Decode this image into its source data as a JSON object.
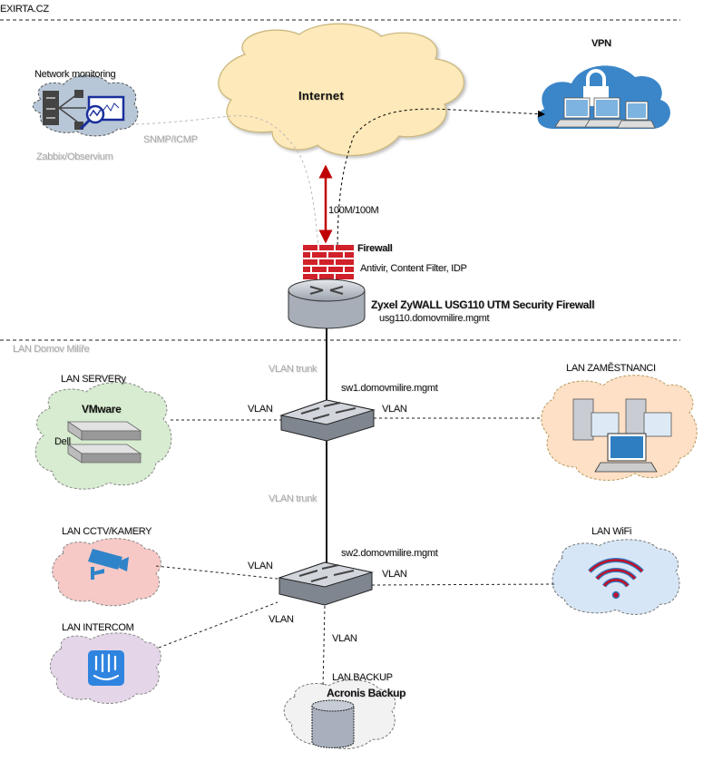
{
  "zones": {
    "top": "EXIRTA.CZ",
    "lan": "LAN Domov Milíře"
  },
  "nodes": {
    "internet": {
      "label": "Internet"
    },
    "vpn": {
      "label": "VPN"
    },
    "monitoring": {
      "label": "Network monitoring",
      "sublabel": "Zabbix/Observium",
      "link_label": "SNMP/ICMP"
    },
    "firewall": {
      "label": "Firewall",
      "features": "Antivir, Content Filter, IDP",
      "device": "Zyxel ZyWALL USG110 UTM Security Firewall",
      "hostname": "usg110.domovmilire.mgmt"
    },
    "uplink": {
      "label": "100M/100M"
    },
    "sw1": {
      "hostname": "sw1.domovmilire.mgmt",
      "trunk_label": "VLAN trunk"
    },
    "sw2": {
      "hostname": "sw2.domovmilire.mgmt",
      "trunk_label": "VLAN trunk"
    },
    "servers": {
      "label": "LAN SERVERy",
      "title": "VMware",
      "vendor": "Dell",
      "link_label": "VLAN"
    },
    "employees": {
      "label": "LAN ZAMĚSTNANCI",
      "link_label": "VLAN"
    },
    "cctv": {
      "label": "LAN CCTV/KAMERY",
      "link_label": "VLAN"
    },
    "wifi": {
      "label": "LAN WiFi",
      "link_label": "VLAN"
    },
    "intercom": {
      "label": "LAN INTERCOM",
      "link_label": "VLAN"
    },
    "backup": {
      "label": "LAN BACKUP",
      "title": "Acronis Backup",
      "link_label": "VLAN"
    }
  },
  "colors": {
    "internet_fill": "#fde9b9",
    "vpn_blue": "#3b86c9",
    "firewall_red": "#d0202a",
    "uplink_red": "#c00000",
    "servers_fill": "#d7ecd0",
    "employees_fill": "#fde0c5",
    "cctv_fill": "#f6c9c6",
    "wifi_fill": "#d7e6f6",
    "intercom_fill": "#e4d6e8",
    "backup_fill": "#f2f2f2",
    "monitoring_fill": "#b8c7d8"
  }
}
